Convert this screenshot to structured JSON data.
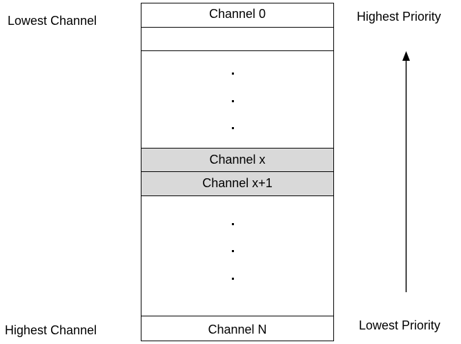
{
  "labels": {
    "left_top": "Lowest Channel",
    "left_bottom": "Highest Channel",
    "right_top": "Highest Priority",
    "right_bottom": "Lowest Priority"
  },
  "channels": {
    "first": "Channel 0",
    "x": "Channel x",
    "x_plus_1": "Channel x+1",
    "last": "Channel N"
  },
  "colors": {
    "highlight_row": "#d9d9d9",
    "line": "#000000",
    "background": "#ffffff"
  }
}
